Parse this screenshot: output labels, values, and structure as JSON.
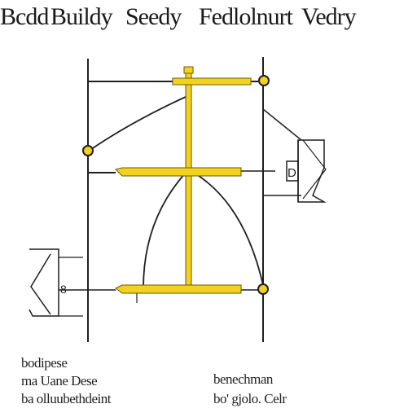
{
  "title": {
    "word1": "Bcdd",
    "word2": "Buildy",
    "word3": "Seedy",
    "word4": "Fedlolnurt",
    "word5": "Vedry"
  },
  "diagram": {
    "marker_label_right": "D",
    "marker_label_left": "8"
  },
  "labels": {
    "left_line1": "bodipese",
    "left_line2": "ma Uane Dese",
    "left_line3": "ba olluubethdeint",
    "right_line1": "benechman",
    "right_line2": "bo' gjolo. Celr"
  },
  "colors": {
    "accent": "#f2d21e",
    "accent_stroke": "#6b5a00",
    "line": "#1f1f1f"
  }
}
